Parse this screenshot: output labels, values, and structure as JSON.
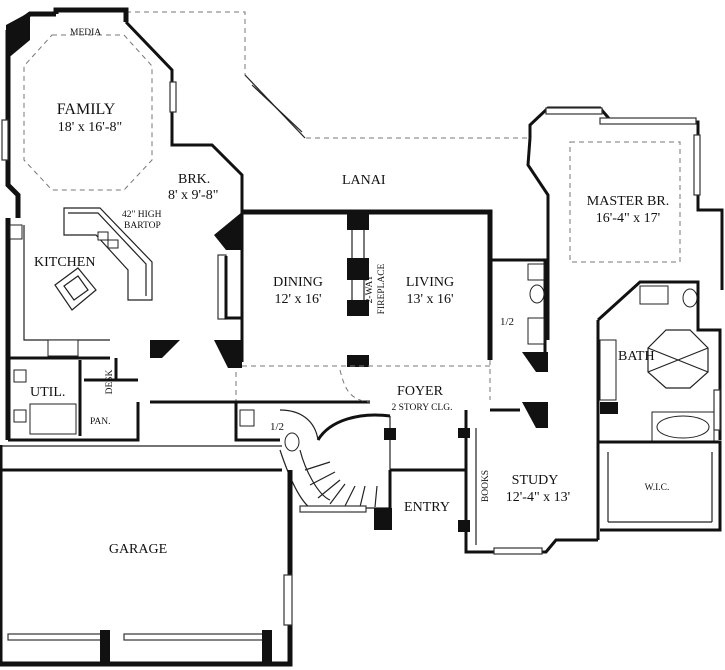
{
  "rooms": {
    "media": "MEDIA",
    "family_name": "FAMILY",
    "family_size": "18' x 16'-8\"",
    "brk_name": "BRK.",
    "brk_size": "8' x 9'-8\"",
    "bartop_1": "42\" HIGH",
    "bartop_2": "BARTOP",
    "kitchen": "KITCHEN",
    "lanai": "LANAI",
    "master_name": "MASTER BR.",
    "master_size": "16'-4\" x 17'",
    "dining_name": "DINING",
    "dining_size": "12' x 16'",
    "fireplace_1": "2-WAY",
    "fireplace_2": "FIREPLACE",
    "living_name": "LIVING",
    "living_size": "13' x 16'",
    "half_bath_1": "1/2",
    "half_bath_2": "1/2",
    "bath": "BATH",
    "util": "UTIL.",
    "desk": "DESK",
    "pan": "PAN.",
    "foyer_name": "FOYER",
    "foyer_note": "2 STORY CLG.",
    "study_name": "STUDY",
    "study_size": "12'-4\" x 13'",
    "books": "BOOKS",
    "entry": "ENTRY",
    "wic": "W.I.C.",
    "garage": "GARAGE"
  }
}
